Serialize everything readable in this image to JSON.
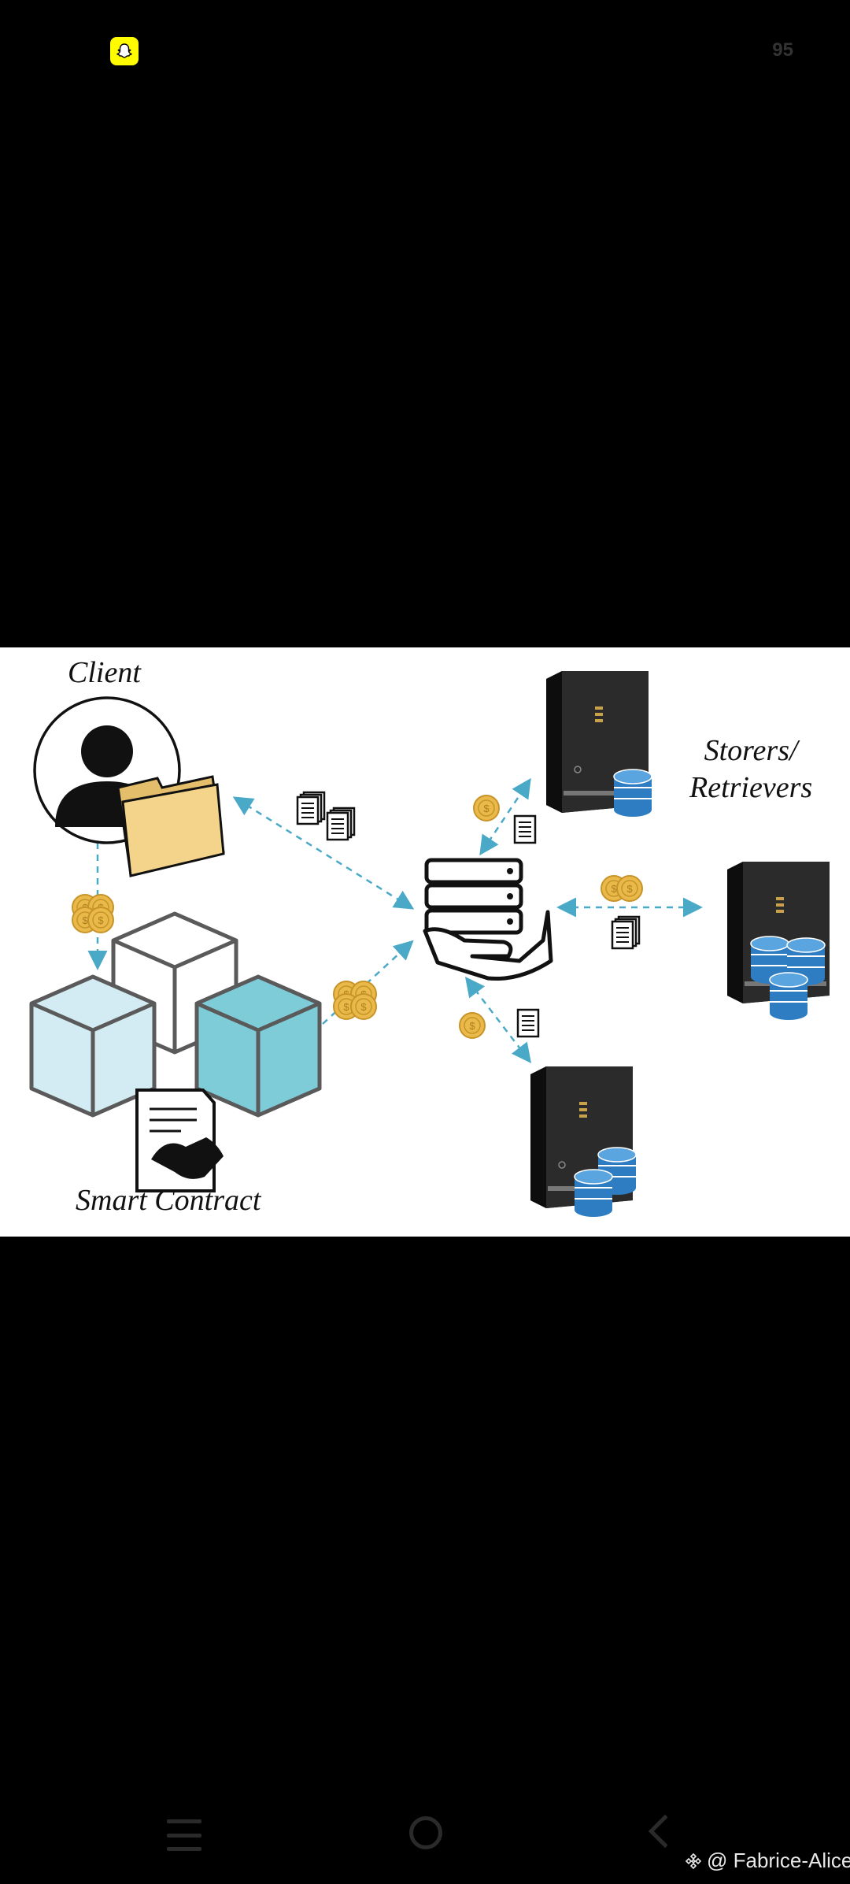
{
  "status_bar": {
    "app_icon": "snapchat-ghost-icon",
    "battery_level": "95"
  },
  "diagram": {
    "labels": {
      "client": "Client",
      "storers_line1": "Storers/",
      "storers_line2": "Retrievers",
      "smart_contract": "Smart Contract"
    },
    "colors": {
      "arrow": "#4BA9C8",
      "coin": "#E9B949",
      "cube_light": "#D3ECF3",
      "cube_dark": "#7DCCD8",
      "database": "#2E7DC2",
      "folder": "#F3D48A"
    }
  },
  "nav_bar": {
    "menu_icon": "menu-icon",
    "home_icon": "home-circle-icon",
    "back_icon": "back-chevron-icon"
  },
  "watermark": {
    "text": "@ Fabrice-Alice"
  }
}
